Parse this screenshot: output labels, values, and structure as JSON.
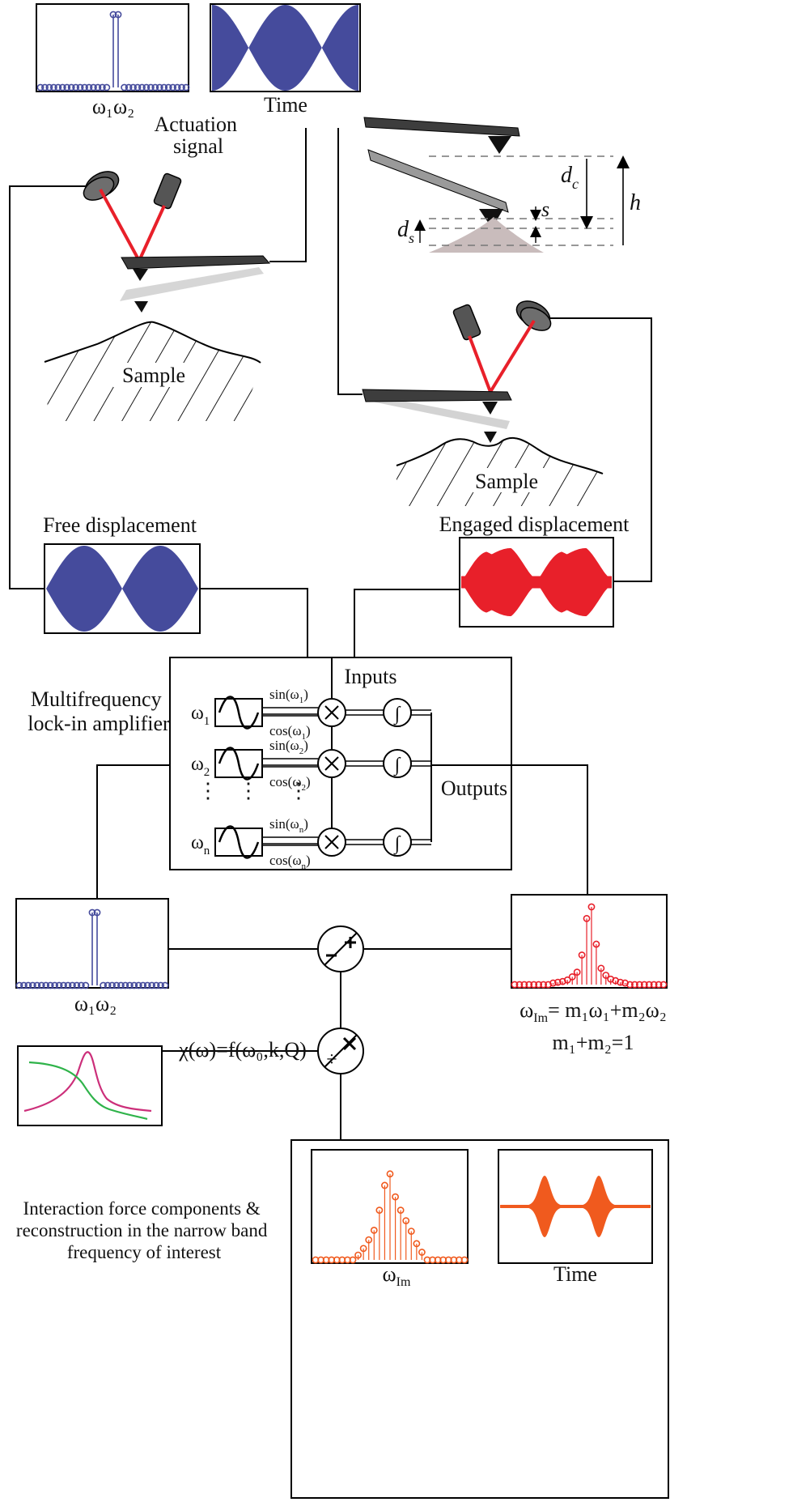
{
  "labels": {
    "actuation_spectrum_axis": "ω₁ω₂",
    "time_axis": "Time",
    "actuation_signal": "Actuation\nsignal",
    "d_c": "d",
    "d_c_sub": "c",
    "d_s": "d",
    "d_s_sub": "s",
    "h": "h",
    "s": "s",
    "sample_left": "Sample",
    "sample_right": "Sample",
    "free_displacement": "Free displacement",
    "engaged_displacement": "Engaged displacement",
    "lockin_title": "Multifrequency\nlock-in amplifier",
    "inputs": "Inputs",
    "outputs": "Outputs",
    "omega_1": "ω",
    "omega_1_sub": "1",
    "omega_2": "ω",
    "omega_2_sub": "2",
    "omega_n": "ω",
    "omega_n_sub": "n",
    "sin1": "sin(ω",
    "sin1_sub": "1",
    "cos1": "cos(ω",
    "cos1_sub": "1",
    "sin2": "sin(ω",
    "sin2_sub": "2",
    "cos2": "cos(ω",
    "cos2_sub": "2",
    "sinn": "sin(ω",
    "sinn_sub": "n",
    "cosn": "cos(ω",
    "cosn_sub": "n",
    "close_paren": ")",
    "reference_spectrum_axis": "ω₁ω₂",
    "omega_im_eq": "ω",
    "omega_im_eq_sub": "Im",
    "omega_im_eq_rest": "= m₁ω₁+m₂ω₂",
    "m_sum": "m₁+m₂=1",
    "chi": "χ(ω)=f(ω₀,k,Q)",
    "interaction_text": "Interaction force components &\nreconstruction in the narrow band\nfrequency of interest",
    "omega_im_axis": "ω",
    "omega_im_axis_sub": "Im",
    "time_axis_bottom": "Time"
  },
  "icons": {
    "subtract": "minus-plus-circle-icon",
    "divide": "divide-times-circle-icon",
    "multiply": "multiply-circle-icon",
    "integrate": "integral-circle-icon",
    "oscillator": "sine-wave-icon"
  },
  "colors": {
    "blue": "#454b9c",
    "red": "#e8202a",
    "orange": "#f05a1e",
    "magenta": "#cc2f7a",
    "green": "#2fb34a",
    "cantilever_dark": "#3c3c3c",
    "cantilever_light": "#b9b9b9",
    "laser": "#e8202a",
    "sample_fill": "#c9bcbc"
  },
  "spectra": {
    "actuation_peaks": [
      1.0,
      1.0
    ],
    "reference_peaks": [
      1.0,
      1.0
    ],
    "engaged_intermod_peaks": [
      0.02,
      0.03,
      0.04,
      0.06,
      0.1,
      0.16,
      0.38,
      0.85,
      1.0,
      0.52,
      0.21,
      0.12,
      0.07,
      0.05,
      0.03,
      0.02
    ],
    "force_intermod_peaks": [
      0.05,
      0.12,
      0.21,
      0.31,
      0.52,
      0.78,
      0.9,
      0.66,
      0.52,
      0.41,
      0.3,
      0.17,
      0.08
    ]
  }
}
